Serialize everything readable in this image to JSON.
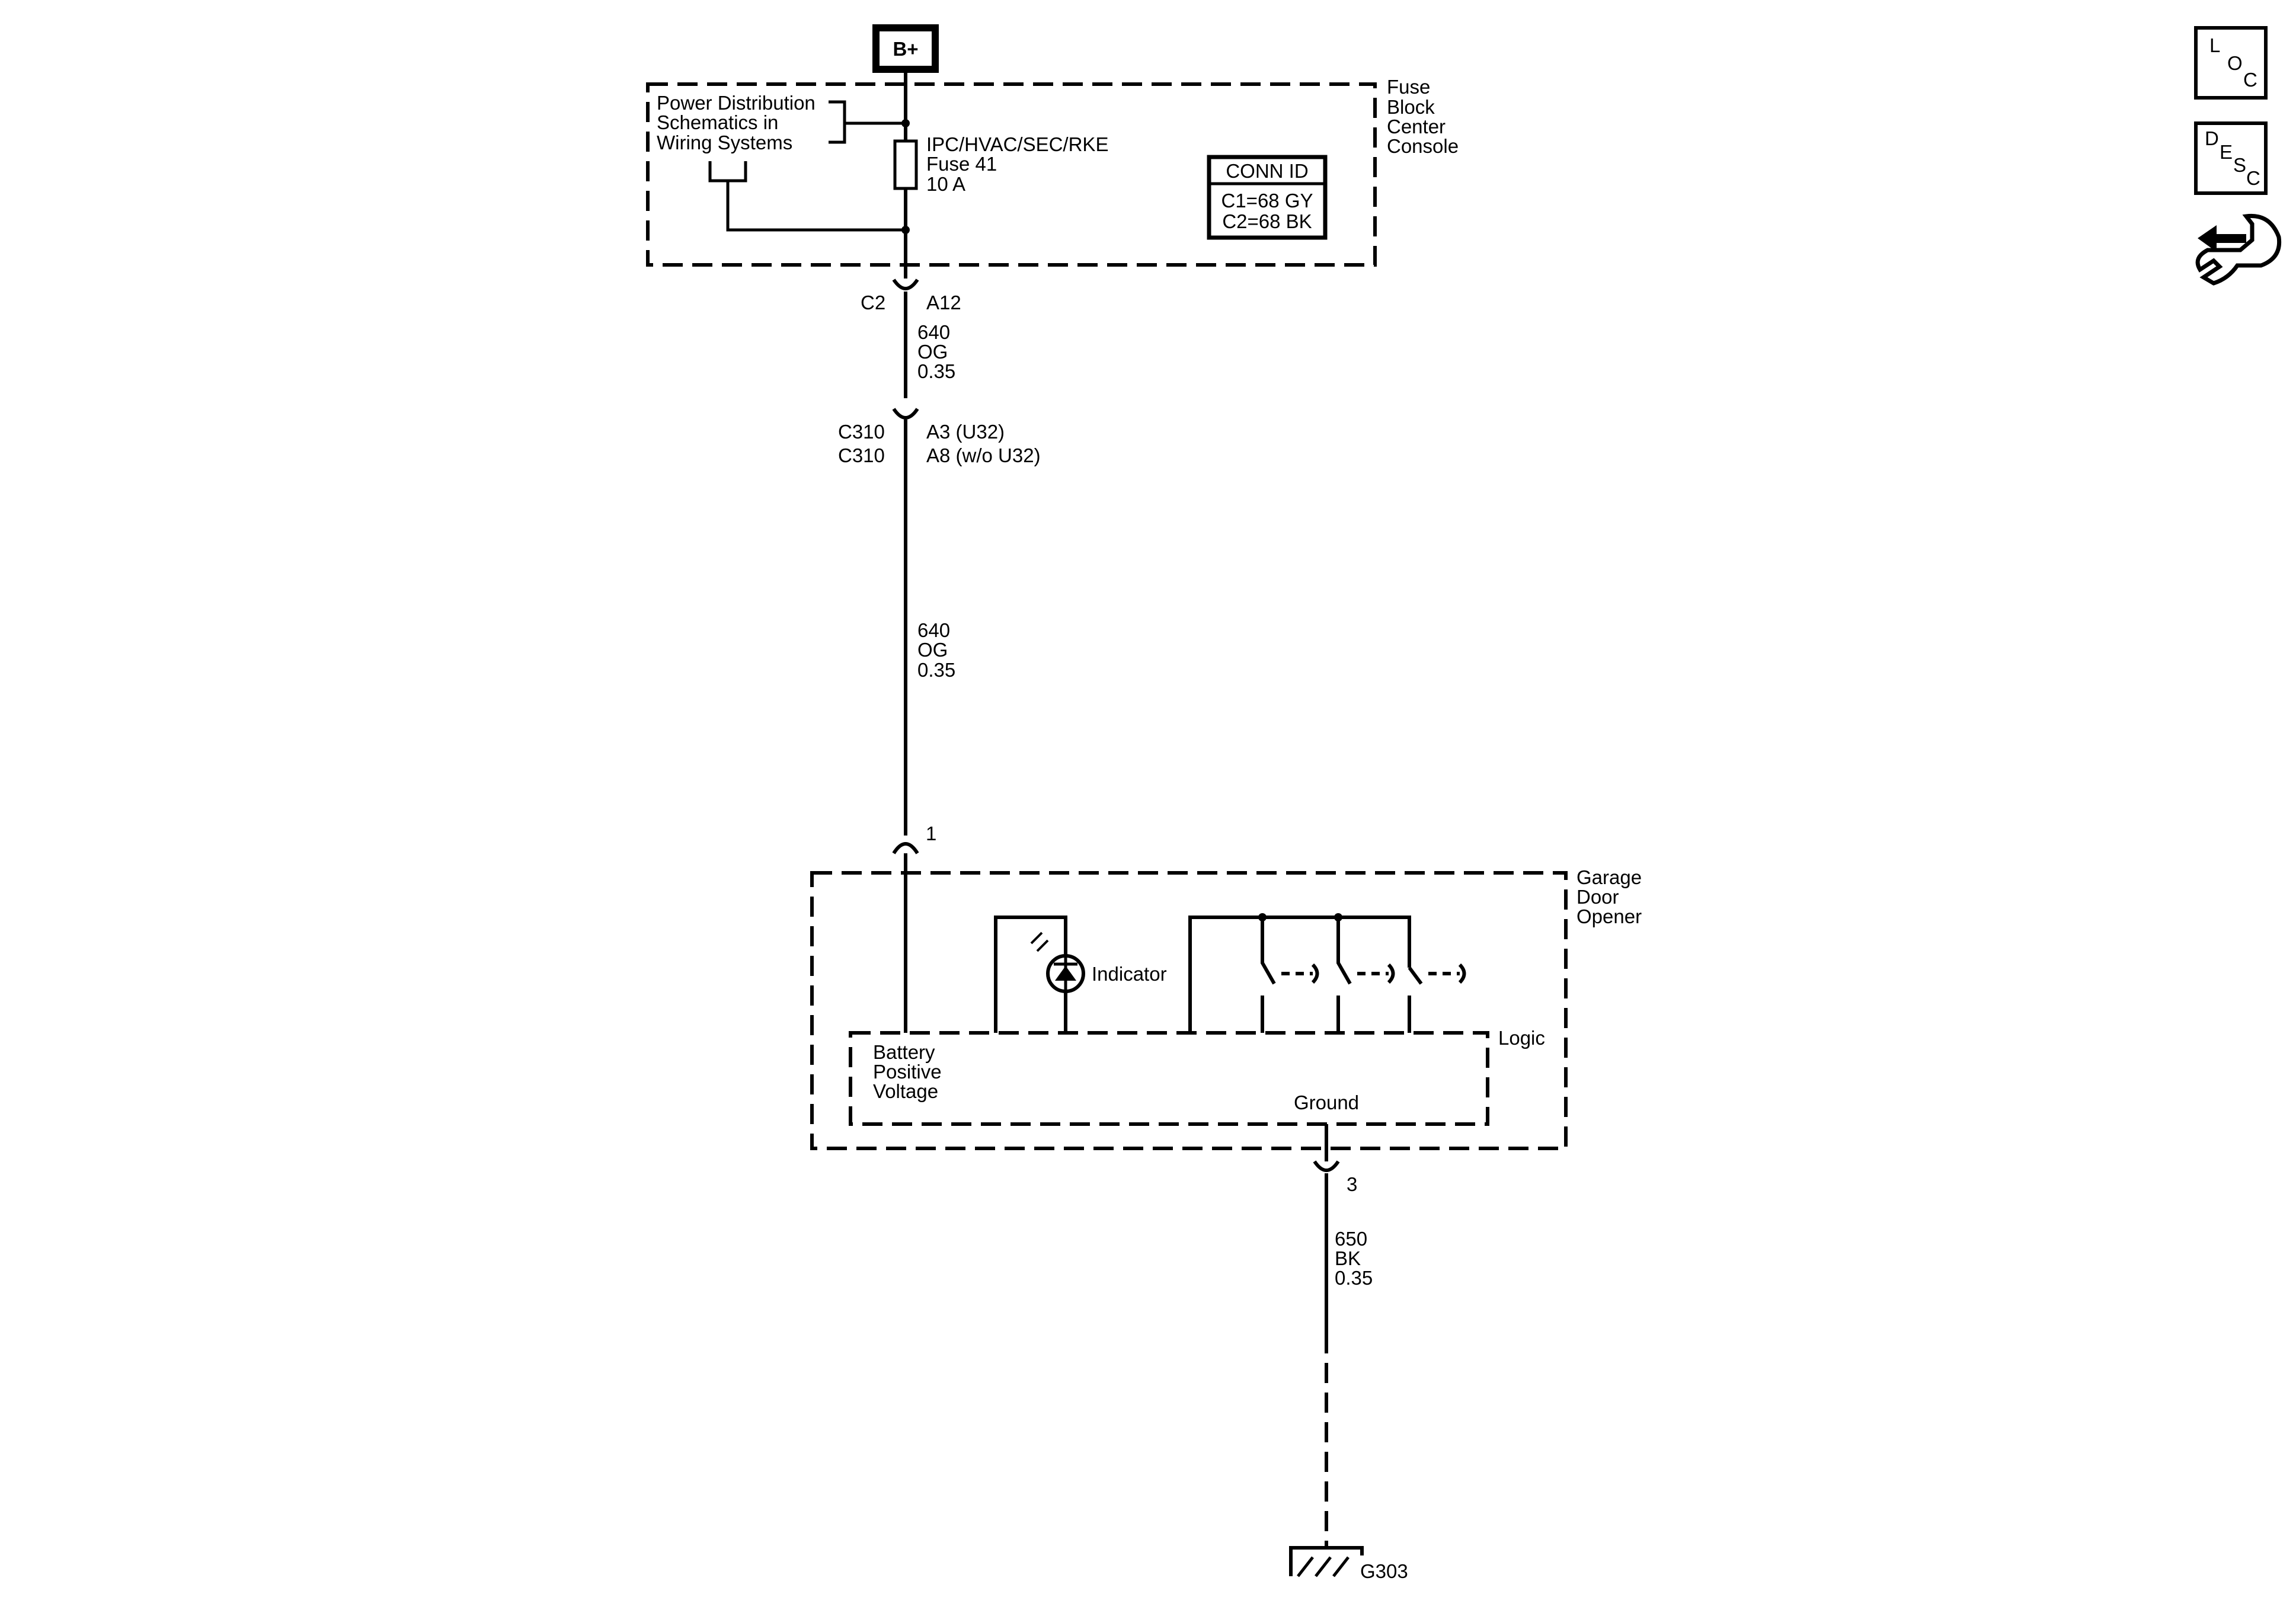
{
  "supply": {
    "label": "B+"
  },
  "fuse_block": {
    "name_lines": [
      "Fuse",
      "Block",
      "Center",
      "Console"
    ],
    "power_ref_lines": [
      "Power Distribution",
      "Schematics in",
      "Wiring  Systems"
    ],
    "fuse_lines": [
      "IPC/HVAC/SEC/RKE",
      "Fuse 41",
      "10 A"
    ],
    "conn_id": {
      "title": "CONN ID",
      "rows": [
        "C1=68 GY",
        "C2=68 BK"
      ]
    }
  },
  "connector_c2": {
    "name": "C2",
    "pin": "A12"
  },
  "wire_upper": {
    "lines": [
      "640",
      "OG",
      "0.35"
    ]
  },
  "connector_c310": {
    "rows": [
      {
        "name": "C310",
        "pin": "A3 (U32)"
      },
      {
        "name": "C310",
        "pin": "A8 (w/o U32)"
      }
    ]
  },
  "wire_middle": {
    "lines": [
      "640",
      "OG",
      "0.35"
    ]
  },
  "pin_1": {
    "label": "1"
  },
  "garage_door_opener": {
    "name_lines": [
      "Garage",
      "Door",
      "Opener"
    ],
    "indicator_label": "Indicator",
    "logic_label": "Logic",
    "battery_lines": [
      "Battery",
      "Positive",
      "Voltage"
    ],
    "ground_label": "Ground"
  },
  "pin_3": {
    "label": "3"
  },
  "wire_ground": {
    "lines": [
      "650",
      "BK",
      "0.35"
    ]
  },
  "ground_point": {
    "label": "G303"
  },
  "nav_icons": {
    "loc": [
      "L",
      "O",
      "C"
    ],
    "desc": [
      "D",
      "E",
      "S",
      "C"
    ]
  }
}
